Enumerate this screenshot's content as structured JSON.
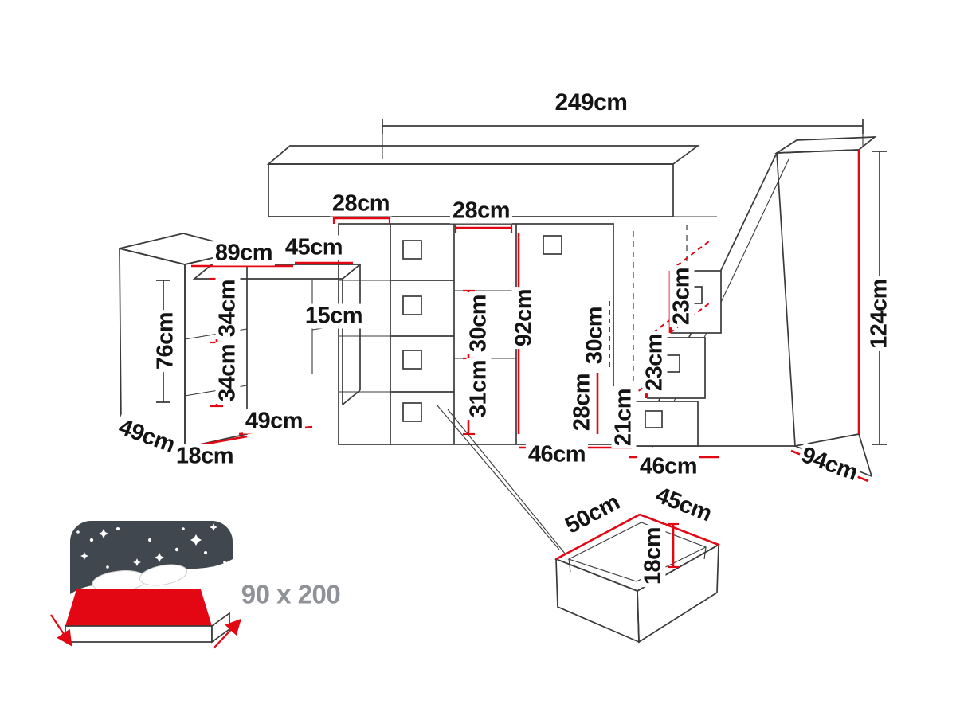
{
  "colors": {
    "accent": "#e30613",
    "outline": "#3a3a3a",
    "label": "#141414",
    "muted": "#8f9296",
    "icon_bg": "#41474e"
  },
  "labels": {
    "d249": "249cm",
    "d28a": "28cm",
    "d28b": "28cm",
    "d89": "89cm",
    "d45a": "45cm",
    "d76": "76cm",
    "d34a": "34cm",
    "d34b": "34cm",
    "d15": "15cm",
    "d30a": "30cm",
    "d31": "31cm",
    "d92": "92cm",
    "d30b": "30cm",
    "d28c": "28cm",
    "d21": "21cm",
    "d23a": "23cm",
    "d23b": "23cm",
    "d124": "124cm",
    "d49a": "49cm",
    "d18a": "18cm",
    "d49b": "49cm",
    "d46a": "46cm",
    "d46b": "46cm",
    "d94": "94cm",
    "d50": "50cm",
    "d45b": "45cm",
    "d18b": "18cm",
    "mattress_size": "90 x 200"
  }
}
